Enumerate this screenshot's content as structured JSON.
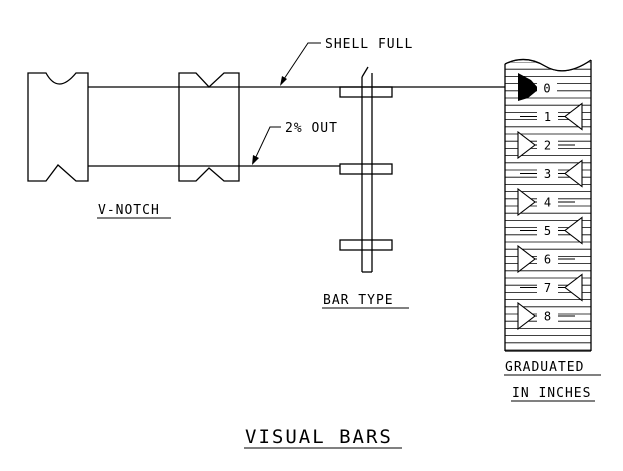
{
  "labels": {
    "shell_full": "SHELL FULL",
    "two_pct_out": "2% OUT",
    "v_notch": "V-NOTCH",
    "bar_type": "BAR TYPE",
    "graduated": "GRADUATED",
    "in_inches": "IN INCHES",
    "title": "VISUAL BARS"
  },
  "scale": {
    "marks": [
      "0",
      "1",
      "2",
      "3",
      "4",
      "5",
      "6",
      "7",
      "8"
    ]
  }
}
